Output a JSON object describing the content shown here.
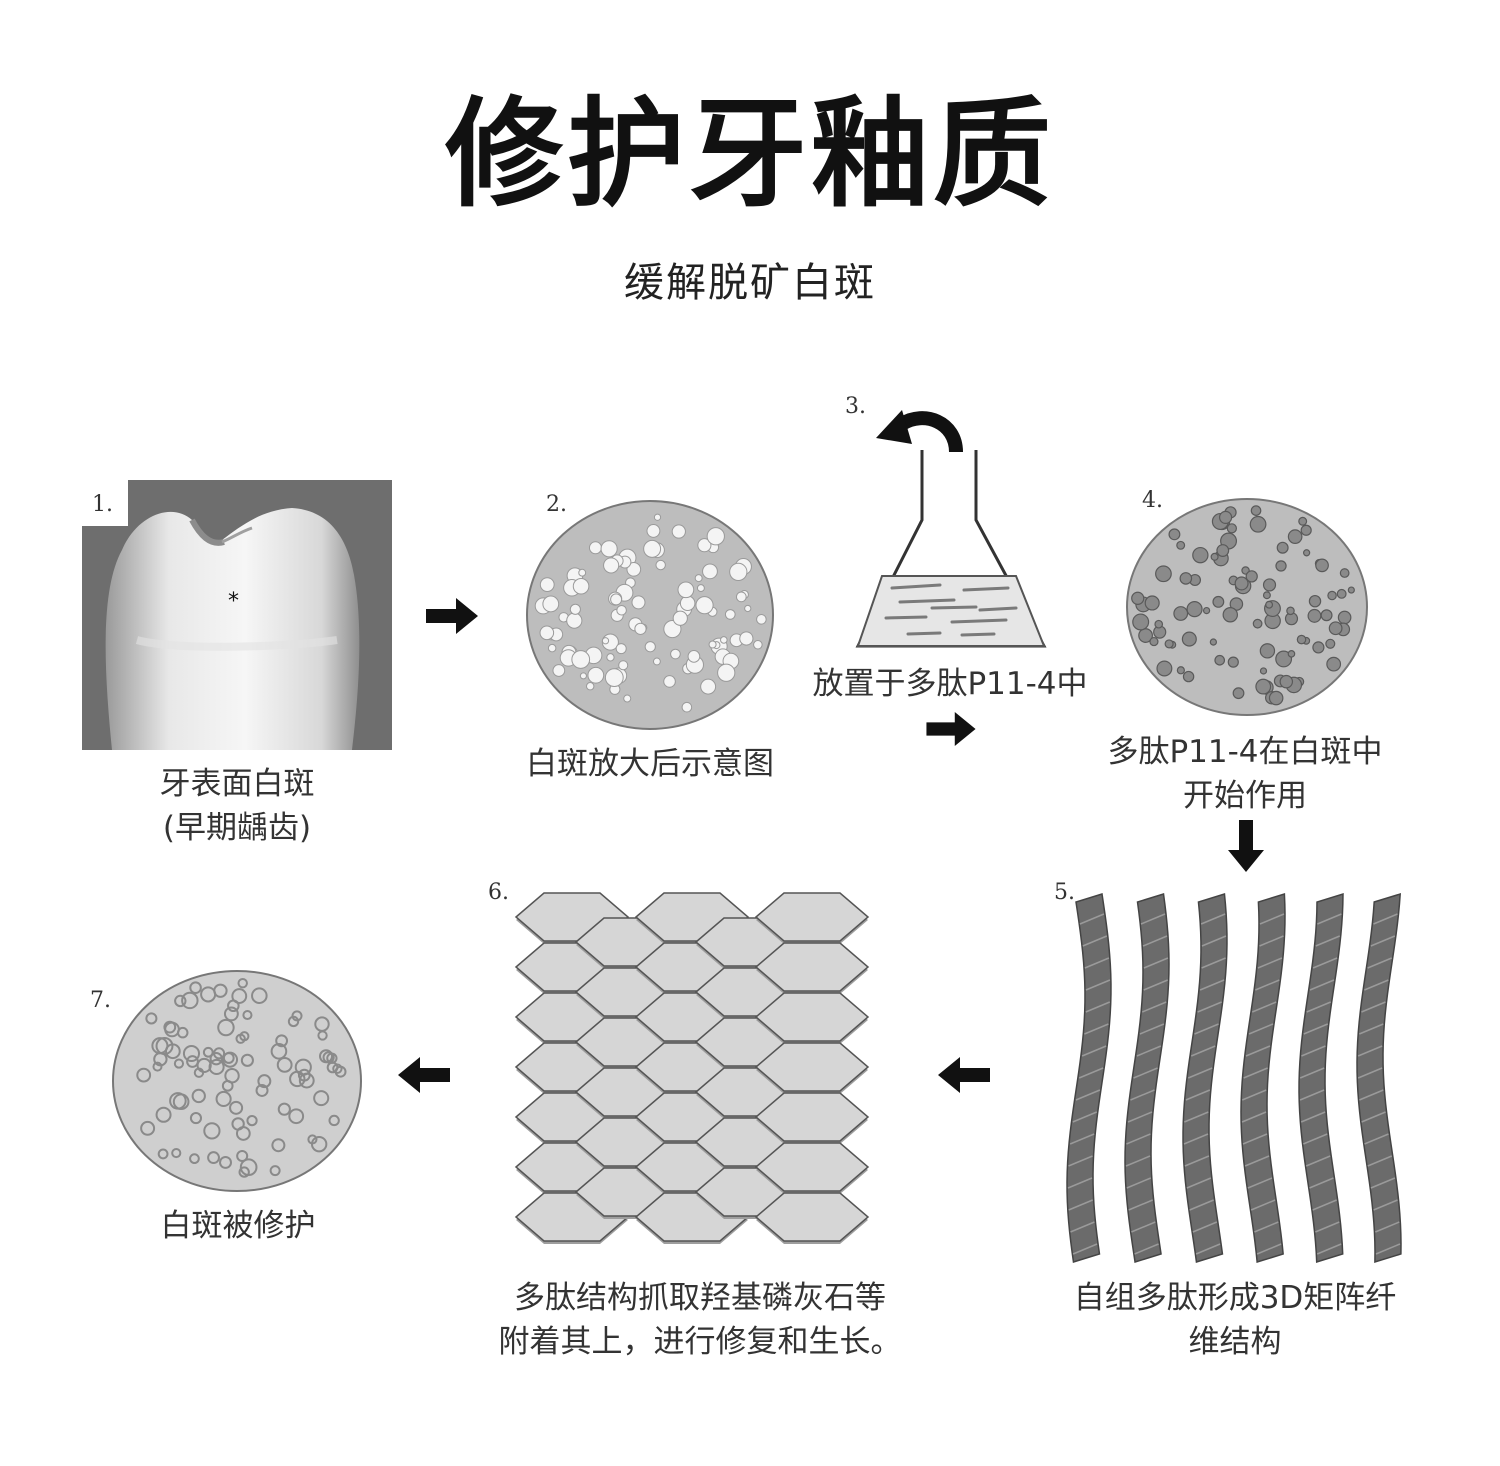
{
  "header": {
    "title": "修护牙釉质",
    "subtitle": "缓解脱矿白斑"
  },
  "steps": [
    {
      "number": "1.",
      "caption_lines": [
        "牙表面白斑",
        "(早期龋齿)"
      ],
      "marker": "*"
    },
    {
      "number": "2.",
      "caption_lines": [
        "白斑放大后示意图"
      ]
    },
    {
      "number": "3.",
      "caption_lines": [
        "放置于多肽P11-4中"
      ]
    },
    {
      "number": "4.",
      "caption_lines": [
        "多肽P11-4在白斑中",
        "开始作用"
      ]
    },
    {
      "number": "5.",
      "caption_lines": [
        "自组多肽形成3D矩阵纤",
        "维结构"
      ]
    },
    {
      "number": "6.",
      "caption_lines": [
        "多肽结构抓取羟基磷灰石等",
        "附着其上，进行修复和生长。"
      ]
    },
    {
      "number": "7.",
      "caption_lines": [
        "白斑被修护"
      ]
    }
  ],
  "colors": {
    "disc_fill": "#bdbdbd",
    "disc_light_fill": "#cfcfcf",
    "bubble_white": "#f4f4f4",
    "bubble_dark": "#8a8a8a",
    "fiber": "#6b6b6b",
    "hexagon": "#d6d6d6",
    "arrow": "#111111"
  },
  "icons": [
    "arrow-right-icon",
    "arrow-down-icon",
    "arrow-left-icon",
    "curved-arrow-icon",
    "flask-icon"
  ]
}
